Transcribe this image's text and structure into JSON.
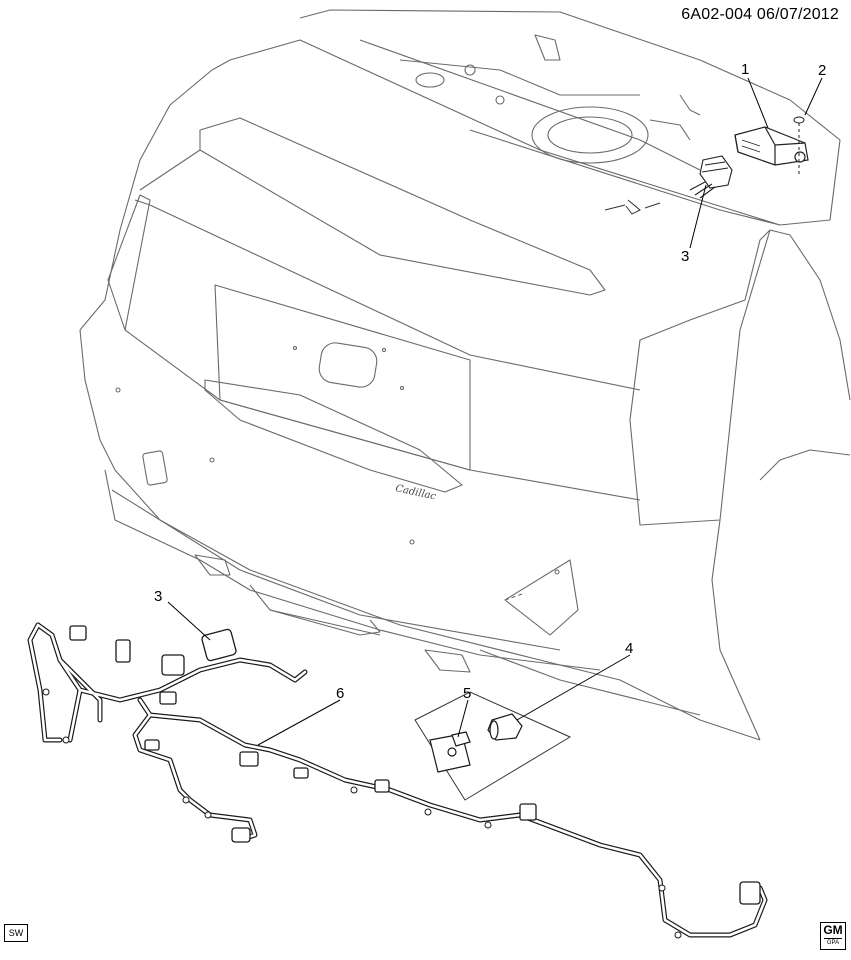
{
  "header": {
    "reference": "6A02-004  06/07/2012"
  },
  "badges": {
    "left": "SW",
    "logo_main": "GM",
    "logo_sub": "GPA"
  },
  "badge_label": "Cadillac",
  "callouts": [
    {
      "id": "1",
      "label": "1"
    },
    {
      "id": "2",
      "label": "2"
    },
    {
      "id": "3a",
      "label": "3"
    },
    {
      "id": "3b",
      "label": "3"
    },
    {
      "id": "4",
      "label": "4"
    },
    {
      "id": "5",
      "label": "5"
    },
    {
      "id": "6",
      "label": "6"
    }
  ],
  "colors": {
    "line": "#5a5a5a",
    "dark_line": "#1a1a1a",
    "background": "#ffffff"
  }
}
